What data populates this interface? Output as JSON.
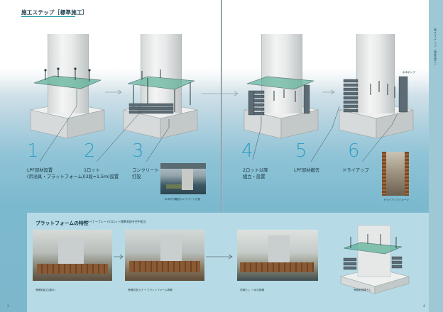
{
  "section_title": "施工ステップ［標準施工］",
  "steps": [
    {
      "number": "1",
      "label_line1": "LPF部材設置",
      "label_line2": "(吊治具・プラットフォーム)"
    },
    {
      "number": "2",
      "label_line1": "1ロット",
      "label_line2": "(3段=1.5m)設置"
    },
    {
      "number": "3",
      "label_line1": "コンクリート",
      "label_line2": "打設"
    },
    {
      "number": "4",
      "label_line1": "2ロット以降",
      "label_line2": "組立・設置"
    },
    {
      "number": "5",
      "label_line1": "LPF部材撤去",
      "label_line2": ""
    },
    {
      "number": "6",
      "label_line1": "ドライアップ",
      "label_line2": ""
    }
  ],
  "photo_captions": {
    "concrete": "水中不分離性コンクリート打設",
    "dryup": "ドライアップイメージ",
    "pump": "水中ポンプ"
  },
  "platform": {
    "title": "プラットフォームの特性",
    "subtitle": "・ライナープレート(1ロット標準3段)を空中組立",
    "captions": [
      "曳綱宅組立(展示)",
      "曳綱宅鉄上げ → プラットフォーム再鋼",
      "宅降ろし → 水中據鋼",
      "曳綱宅鉄降ろし"
    ]
  },
  "page_numbers": {
    "left": "3",
    "right": "4"
  },
  "side_tab": "施工ステップ［標準施工］"
}
